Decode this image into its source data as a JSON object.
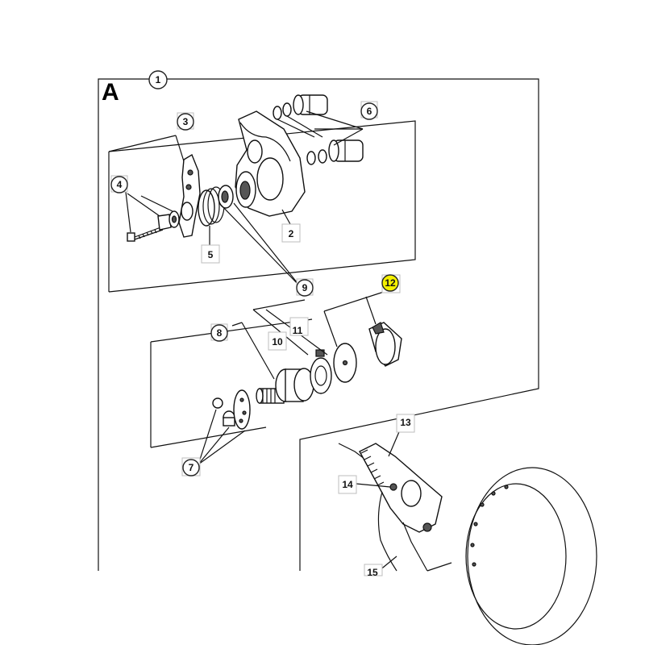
{
  "section_letter": "A",
  "callouts": {
    "c1": "1",
    "c2": "2",
    "c3": "3",
    "c4": "4",
    "c5": "5",
    "c6": "6",
    "c7": "7",
    "c8": "8",
    "c9": "9",
    "c10": "10",
    "c11": "11",
    "c12": "12",
    "c13": "13",
    "c14": "14",
    "c15": "15"
  },
  "highlighted_callout": "12",
  "colors": {
    "highlight": "#f4f000",
    "line": "#111111",
    "label_box": "#bdbdbd"
  }
}
